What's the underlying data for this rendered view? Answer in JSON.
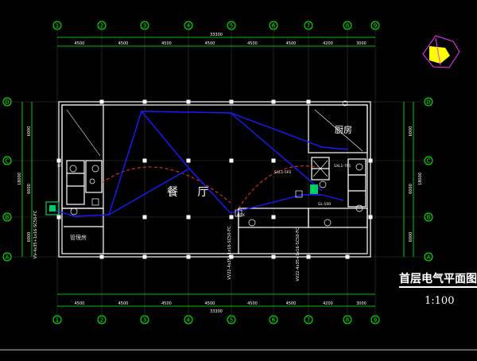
{
  "drawing": {
    "title": "首层电气平面图",
    "scale": "1:100",
    "rooms": {
      "dining": "餐 厅",
      "kitchen": "厨房",
      "office": "管理房"
    },
    "grid_columns": [
      "1",
      "2",
      "3",
      "4",
      "5",
      "6",
      "7",
      "8",
      "9"
    ],
    "grid_rows": [
      "D",
      "C",
      "B",
      "A"
    ],
    "top_dims": [
      "4500",
      "4500",
      "4500",
      "4500",
      "4500",
      "4500",
      "4200",
      "3000"
    ],
    "top_total": "33300",
    "bottom_dims": [
      "4500",
      "4500",
      "4500",
      "4500",
      "4500",
      "4500",
      "4200",
      "3000"
    ],
    "bottom_total": "33300",
    "left_dims": [
      "6000",
      "6000",
      "6000"
    ],
    "left_total": "18000",
    "right_dims": [
      "6000",
      "6000",
      "6000"
    ],
    "right_total": "18000",
    "side_circuit_left": "VV-4x35+1x16-SC50-FC",
    "side_circuit_mid": "VV22-4x35+1x16-SC50-FC",
    "side_circuit_right": "VV22-4x35+1x16-SC50-FC",
    "small_labels": [
      "XF",
      "SXL1-5P2",
      "GL-100",
      "SXL1-7P1",
      "HDX"
    ],
    "colors": {
      "wire": "#1a1aff",
      "dashed": "#ff3030",
      "wall": "#ffffff",
      "grid": "#00ff00",
      "panel": "#00cc66",
      "compass": "#ffff00",
      "compass_outline": "#ff33ff"
    }
  }
}
